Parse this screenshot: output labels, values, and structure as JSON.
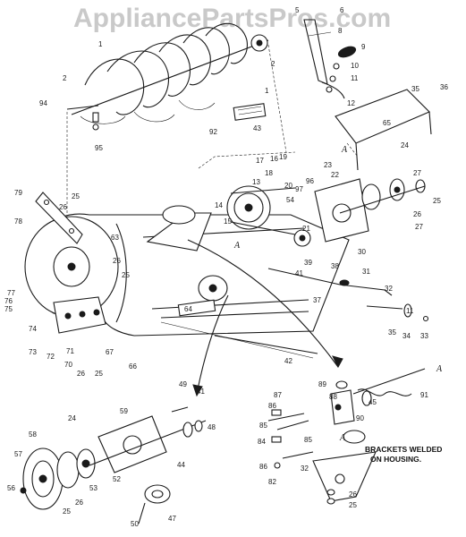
{
  "watermark": "AppliancePartsPros.com",
  "note": {
    "line1": "BRACKETS WELDED",
    "line2": "ON HOUSING."
  },
  "decal": "43",
  "letters": [
    "A",
    "A",
    "A",
    "A"
  ],
  "labels": [
    "1",
    "2",
    "2",
    "1",
    "5",
    "6",
    "8",
    "9",
    "10",
    "11",
    "12",
    "94",
    "95",
    "35",
    "65",
    "23",
    "22",
    "24",
    "27",
    "92",
    "17",
    "16",
    "19",
    "20",
    "96",
    "97",
    "54",
    "21",
    "14",
    "15",
    "26",
    "25",
    "27",
    "30",
    "79",
    "25",
    "26",
    "78",
    "63",
    "26",
    "25",
    "38",
    "39",
    "31",
    "41",
    "32",
    "77",
    "76",
    "75",
    "74",
    "73",
    "72",
    "71",
    "70",
    "26",
    "25",
    "67",
    "66",
    "64",
    "42",
    "37",
    "11",
    "35",
    "34",
    "33",
    "89",
    "88",
    "91",
    "87",
    "86",
    "45",
    "85",
    "90",
    "84",
    "85",
    "86",
    "82",
    "32",
    "26",
    "25",
    "49",
    "41",
    "59",
    "24",
    "58",
    "57",
    "56",
    "25",
    "26",
    "53",
    "52",
    "44",
    "48",
    "50",
    "47",
    "36",
    "13",
    "18"
  ]
}
